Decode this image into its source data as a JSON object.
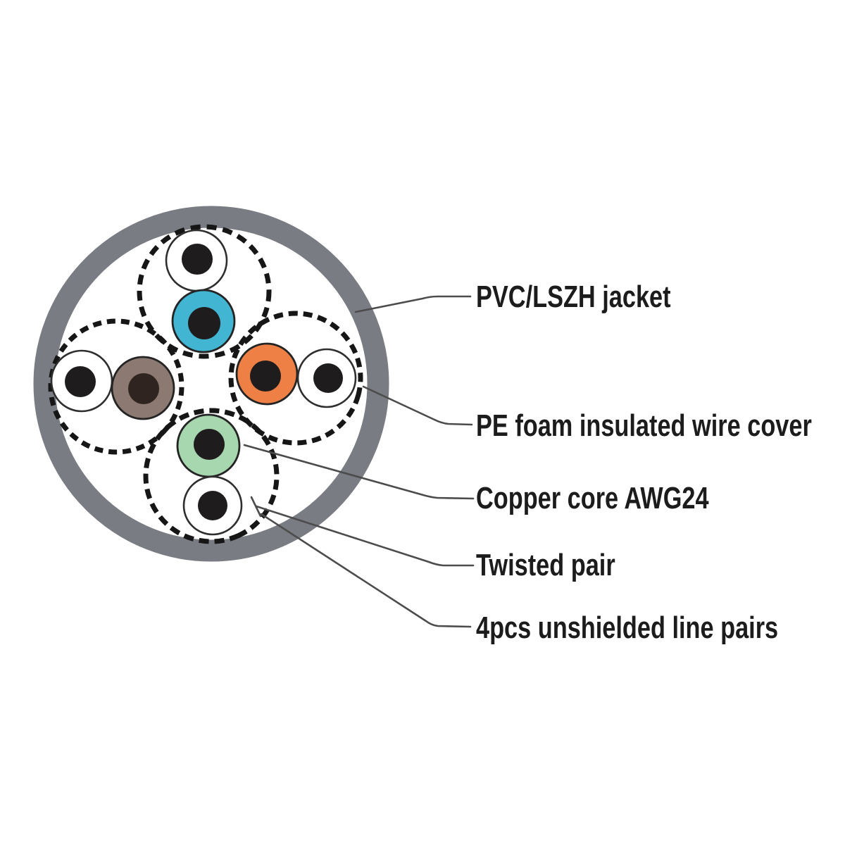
{
  "page": {
    "background": "#ffffff",
    "subject": "UTP network cable cross-section diagram with 4 unshielded twisted pairs"
  },
  "labels": [
    {
      "id": "pvc-jacket",
      "text": "PVC/LSZH jacket"
    },
    {
      "id": "pe-foam",
      "text": "PE foam insulated wire cover"
    },
    {
      "id": "copper-core",
      "text": "Copper core AWG24"
    },
    {
      "id": "twisted-pair",
      "text": "Twisted pair"
    },
    {
      "id": "line-pairs",
      "text": "4pcs unshielded line pairs"
    }
  ],
  "colors": {
    "jacket": "#797c82",
    "white_wire": "#ffffff",
    "cyan_wire": "#41b5d2",
    "orange_wire": "#ee8046",
    "brown_wire": "#8c7a72",
    "green_wire": "#a6d7ae",
    "copper_core": "#1f1c1d",
    "brown_core": "#2f241f",
    "dashed_outline": "#161616",
    "leader_line": "#4c4c4c",
    "label_text": "#1c1c1c"
  },
  "diagram": {
    "pair_count": 4,
    "pairs": [
      {
        "position": "top",
        "wires": [
          "white",
          "cyan"
        ]
      },
      {
        "position": "left",
        "wires": [
          "white",
          "brown"
        ]
      },
      {
        "position": "right",
        "wires": [
          "orange",
          "white"
        ]
      },
      {
        "position": "bottom",
        "wires": [
          "green",
          "white"
        ]
      }
    ]
  }
}
